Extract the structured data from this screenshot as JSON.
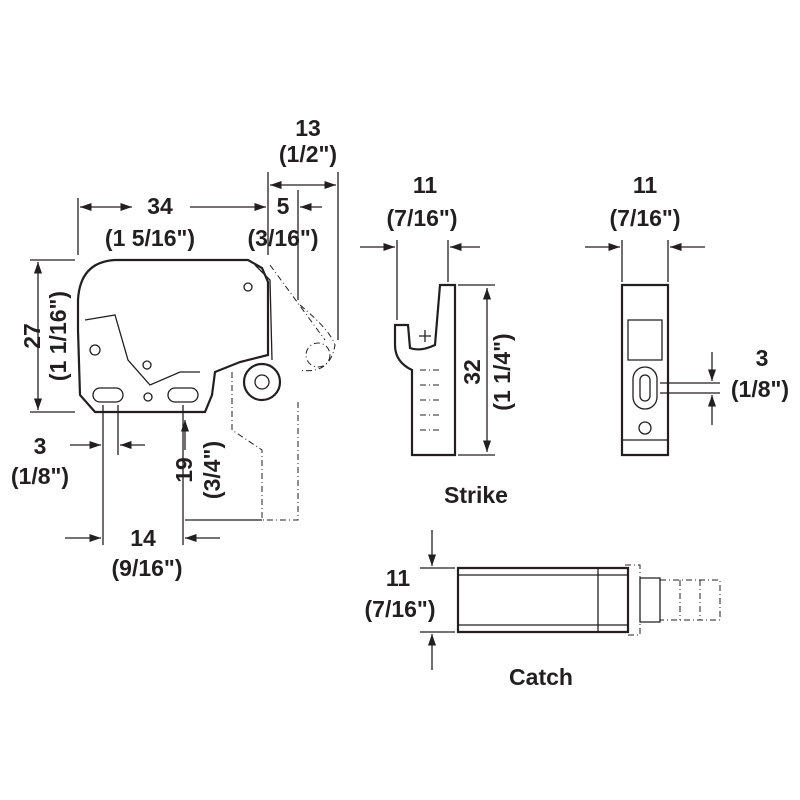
{
  "colors": {
    "ink": "#231f20",
    "background": "#ffffff"
  },
  "catch_side": {
    "depth_mm": "13",
    "depth_in": "(1/2\")",
    "width_mm": "34",
    "width_in": "(1 5/16\")",
    "offset_mm": "5",
    "offset_in": "(3/16\")",
    "height_mm": "27",
    "height_in": "(1 1/16\")",
    "slot_mm": "3",
    "slot_in": "(1/8\")",
    "hole_height_mm": "19",
    "hole_height_in": "(3/4\")",
    "hole_spacing_mm": "14",
    "hole_spacing_in": "(9/16\")"
  },
  "strike": {
    "label": "Strike",
    "width_mm": "11",
    "width_in": "(7/16\")",
    "height_mm": "32",
    "height_in": "(1 1/4\")"
  },
  "strike_front": {
    "width_mm": "11",
    "width_in": "(7/16\")",
    "slot_mm": "3",
    "slot_in": "(1/8\")"
  },
  "catch": {
    "label": "Catch",
    "width_mm": "11",
    "width_in": "(7/16\")"
  }
}
